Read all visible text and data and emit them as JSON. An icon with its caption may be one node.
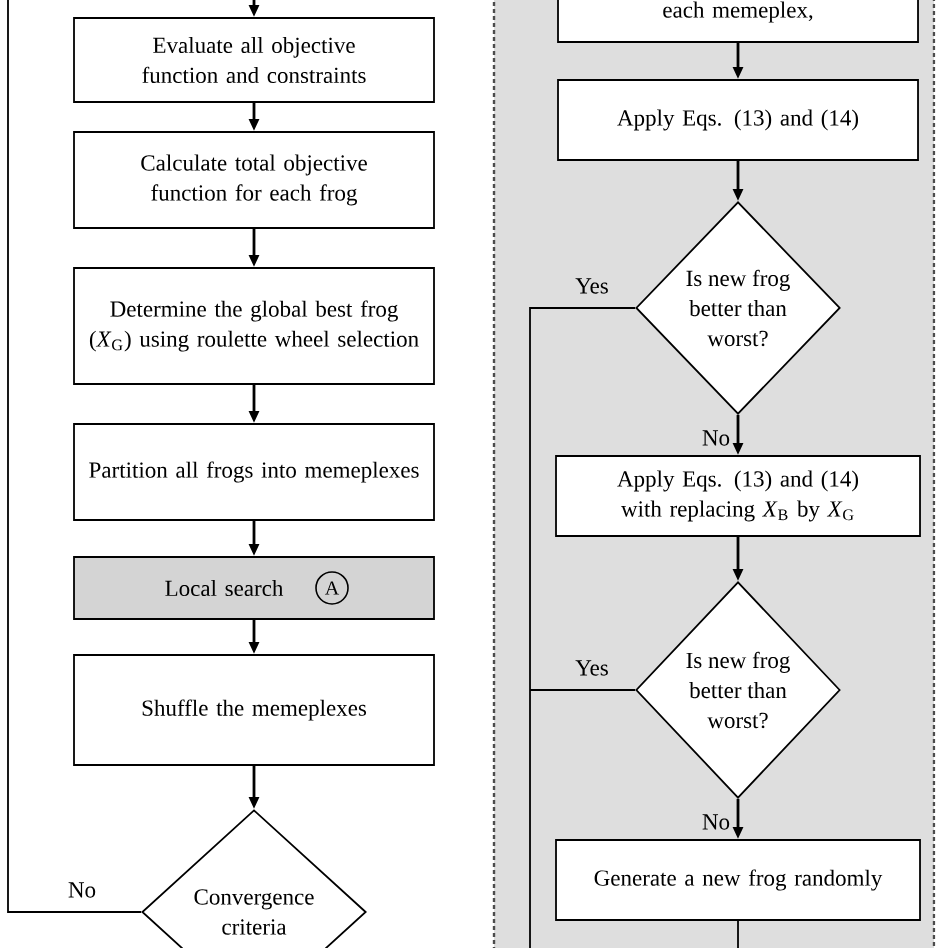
{
  "diagram": {
    "nodes": [
      {
        "text": [
          "Evaluate all objective function and constraints"
        ]
      },
      {
        "text": [
          "Calculate total objective function for each frog"
        ]
      },
      {
        "text": [
          "Determine the global best frog (*X*$_{G}$) using roulette wheel selection"
        ]
      },
      {
        "text": [
          "Partition all frogs into memeplexes"
        ]
      },
      {
        "text": [
          "Local search"
        ]
      },
      {
        "text": [
          "A"
        ],
        "in": 4
      },
      {
        "text": [
          "Shuffle the memeplexes"
        ]
      },
      {
        "text": [
          "Convergence criteria"
        ]
      },
      {
        "text": [],
        "shape": "box"
      },
      {
        "text": [
          "each memeplex,"
        ],
        "in": 8
      },
      {
        "text": [
          "Apply Eqs. (13) and (14)"
        ],
        "in": 8
      },
      {
        "text": [
          "Is new frog better than worst?"
        ],
        "in": 8
      },
      {
        "text": [
          "Apply Eqs. (13) and (14) with replacing *X*$_{B}$ by *X*$_{G}$"
        ],
        "in": 8
      },
      {
        "text": [
          "Is new frog better than worst?"
        ],
        "in": 8
      },
      {
        "text": [
          "Generate a new frog randomly"
        ],
        "in": 8
      }
    ],
    "edges": [
      {
        "from": null,
        "to": 0,
        "arrow": "to"
      },
      {
        "from": 0,
        "to": 1,
        "arrow": "to"
      },
      {
        "from": 1,
        "to": 2,
        "arrow": "to"
      },
      {
        "from": 2,
        "to": 3,
        "arrow": "to"
      },
      {
        "from": 3,
        "to": 4,
        "arrow": "to"
      },
      {
        "from": 4,
        "to": 6,
        "arrow": "to"
      },
      {
        "from": 6,
        "to": 7,
        "arrow": "to"
      },
      {
        "from": 7,
        "to": null,
        "arrow": "none",
        "label": "No"
      },
      {
        "from": 9,
        "to": 10,
        "arrow": "to"
      },
      {
        "from": 10,
        "to": 11,
        "arrow": "to"
      },
      {
        "from": 11,
        "to": 12,
        "arrow": "to",
        "label": "No"
      },
      {
        "from": 11,
        "to": null,
        "arrow": "none",
        "label": "Yes"
      },
      {
        "from": 12,
        "to": 13,
        "arrow": "to"
      },
      {
        "from": 13,
        "to": 14,
        "arrow": "to",
        "label": "No"
      },
      {
        "from": 13,
        "to": null,
        "arrow": "none",
        "label": "Yes"
      },
      {
        "from": 14,
        "to": null,
        "arrow": "none"
      }
    ]
  }
}
